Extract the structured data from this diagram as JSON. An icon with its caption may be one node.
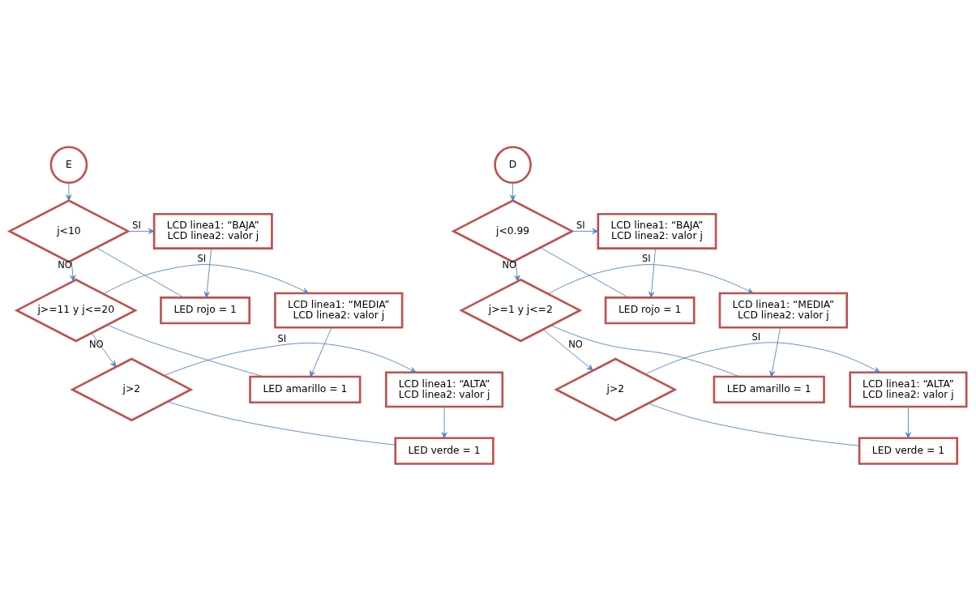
{
  "diagram": {
    "nodes": [
      {
        "text": [
          "E"
        ]
      },
      {
        "text": [
          "j<10"
        ]
      },
      {
        "text": [
          "LCD linea1: “BAJA”",
          "LCD linea2: valor j"
        ]
      },
      {
        "text": [
          "LED rojo = 1"
        ]
      },
      {
        "text": [
          "j>=11 y j<=20"
        ]
      },
      {
        "text": [
          "LCD linea1: “MEDIA”",
          "LCD linea2: valor j"
        ]
      },
      {
        "text": [
          "LED amarillo = 1"
        ]
      },
      {
        "text": [
          "j>2"
        ]
      },
      {
        "text": [
          "LCD linea1: “ALTA”",
          "LCD linea2: valor j"
        ]
      },
      {
        "text": [
          "LED verde = 1"
        ]
      },
      {
        "text": [
          "D"
        ]
      },
      {
        "text": [
          "j<0.99"
        ]
      },
      {
        "text": [
          "LCD linea1: “BAJA”",
          "LCD linea2: valor j"
        ]
      },
      {
        "text": [
          "LED rojo = 1"
        ]
      },
      {
        "text": [
          "j>=1 y j<=2"
        ]
      },
      {
        "text": [
          "LCD linea1: “MEDIA”",
          "LCD linea2: valor j"
        ]
      },
      {
        "text": [
          "LED amarillo = 1"
        ]
      },
      {
        "text": [
          "j>2"
        ]
      },
      {
        "text": [
          "LCD linea1: “ALTA”",
          "LCD linea2: valor j"
        ]
      },
      {
        "text": [
          "LED verde = 1"
        ]
      }
    ],
    "edges": [
      {
        "from": 0,
        "to": 1,
        "arrow": "to"
      },
      {
        "from": 1,
        "to": 2,
        "arrow": "to",
        "label": "SI"
      },
      {
        "from": 1,
        "to": 3,
        "arrow": "none"
      },
      {
        "from": 2,
        "to": 3,
        "arrow": "to"
      },
      {
        "from": 1,
        "to": 4,
        "arrow": "to",
        "label": "NO"
      },
      {
        "from": 4,
        "to": 5,
        "arrow": "to",
        "label": "SI"
      },
      {
        "from": 4,
        "to": 6,
        "arrow": "none"
      },
      {
        "from": 5,
        "to": 6,
        "arrow": "to"
      },
      {
        "from": 4,
        "to": 7,
        "arrow": "to",
        "label": "NO"
      },
      {
        "from": 7,
        "to": 8,
        "arrow": "to",
        "label": "SI"
      },
      {
        "from": 7,
        "to": 9,
        "arrow": "none"
      },
      {
        "from": 8,
        "to": 9,
        "arrow": "to"
      },
      {
        "from": 10,
        "to": 11,
        "arrow": "to"
      },
      {
        "from": 11,
        "to": 12,
        "arrow": "to",
        "label": "SI"
      },
      {
        "from": 11,
        "to": 13,
        "arrow": "none"
      },
      {
        "from": 12,
        "to": 13,
        "arrow": "to"
      },
      {
        "from": 11,
        "to": 14,
        "arrow": "to",
        "label": "NO"
      },
      {
        "from": 14,
        "to": 15,
        "arrow": "to",
        "label": "SI"
      },
      {
        "from": 14,
        "to": 16,
        "arrow": "none"
      },
      {
        "from": 15,
        "to": 16,
        "arrow": "to"
      },
      {
        "from": 14,
        "to": 17,
        "arrow": "to",
        "label": "NO"
      },
      {
        "from": 17,
        "to": 18,
        "arrow": "to",
        "label": "SI"
      },
      {
        "from": 17,
        "to": 19,
        "arrow": "none"
      },
      {
        "from": 18,
        "to": 19,
        "arrow": "to"
      }
    ]
  }
}
